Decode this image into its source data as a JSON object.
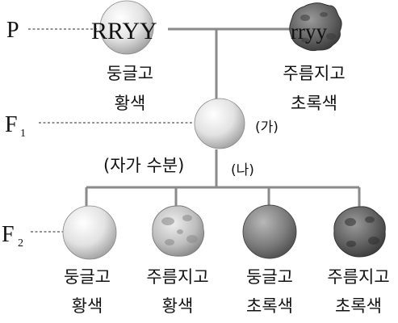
{
  "generations": {
    "p": "P",
    "f1": "F",
    "f1_sub": "1",
    "f2": "F",
    "f2_sub": "2"
  },
  "parents": {
    "left_genotype": "RRYY",
    "left_line1": "둥글고",
    "left_line2": "황색",
    "right_genotype": "rryy",
    "right_line1": "주름지고",
    "right_line2": "초록색"
  },
  "f1": {
    "tag": "(가)"
  },
  "cross": {
    "label": "(자가 수분)",
    "tag": "(나)"
  },
  "offspring": [
    {
      "line1": "둥글고",
      "line2": "황색"
    },
    {
      "line1": "주름지고",
      "line2": "황색"
    },
    {
      "line1": "둥글고",
      "line2": "초록색"
    },
    {
      "line1": "주름지고",
      "line2": "초록색"
    }
  ],
  "colors": {
    "line": "#8a8a8a",
    "dash": "#555555",
    "yellow_seed": "#e6e6e6",
    "green_seed": "#7a7a7a"
  }
}
